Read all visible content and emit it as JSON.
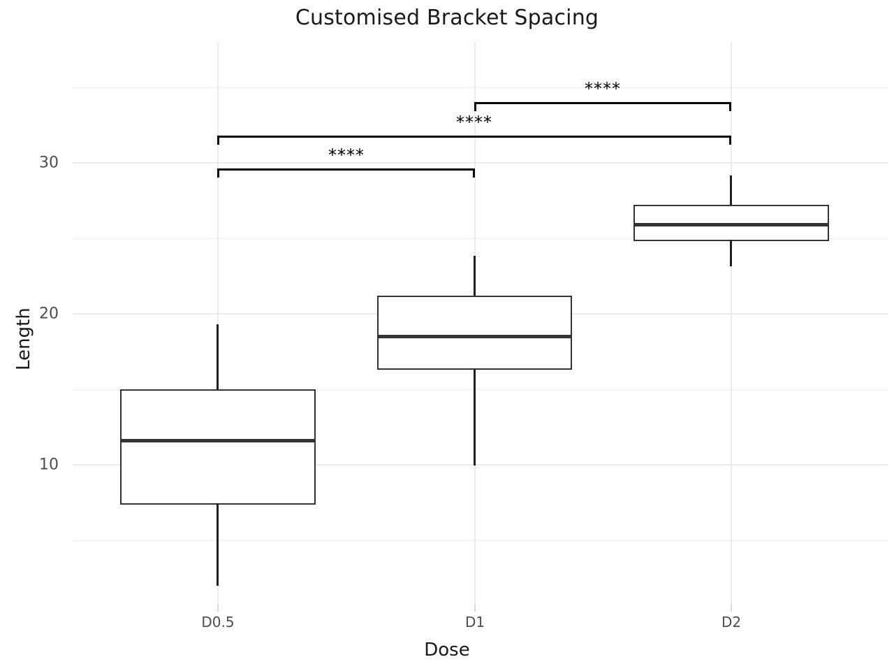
{
  "chart_data": {
    "type": "box",
    "title": "Customised Bracket Spacing",
    "xlabel": "Dose",
    "ylabel": "Length",
    "categories": [
      "D0.5",
      "D1",
      "D2"
    ],
    "ylim": [
      1.5,
      35.5
    ],
    "yticks": [
      10,
      20,
      30
    ],
    "ytick_labels": [
      "10",
      "20",
      "30"
    ],
    "minor_yticks": [
      5,
      15,
      25,
      35
    ],
    "grid": true,
    "legend": "none",
    "boxes": [
      {
        "category": "D0.5",
        "min": 4.2,
        "q1": 7.2,
        "median": 11.5,
        "q3": 15.0,
        "max": 19.3
      },
      {
        "category": "D1",
        "min": 10.0,
        "q1": 16.5,
        "median": 18.6,
        "q3": 21.4,
        "max": 23.8
      },
      {
        "category": "D2",
        "min": 23.2,
        "q1": 24.6,
        "median": 25.9,
        "q3": 26.8,
        "max": 29.0
      }
    ],
    "annotations": [
      {
        "id": "bracket-d05-d1",
        "groups": [
          "D0.5",
          "D1"
        ],
        "label": "****",
        "y": 29.6
      },
      {
        "id": "bracket-d05-d2",
        "groups": [
          "D0.5",
          "D2"
        ],
        "label": "****",
        "y": 31.8
      },
      {
        "id": "bracket-d1-d2",
        "groups": [
          "D1",
          "D2"
        ],
        "label": "****",
        "y": 34.0
      }
    ],
    "colors": {
      "box_border": "#333333",
      "box_fill": "#ffffff",
      "median": "#333333",
      "whisker": "#1f1f1f",
      "grid": "#ebebeb",
      "bracket": "#000000",
      "text": "#1a1a1a",
      "tick_text": "#4d4d4d",
      "background": "#ffffff"
    }
  }
}
